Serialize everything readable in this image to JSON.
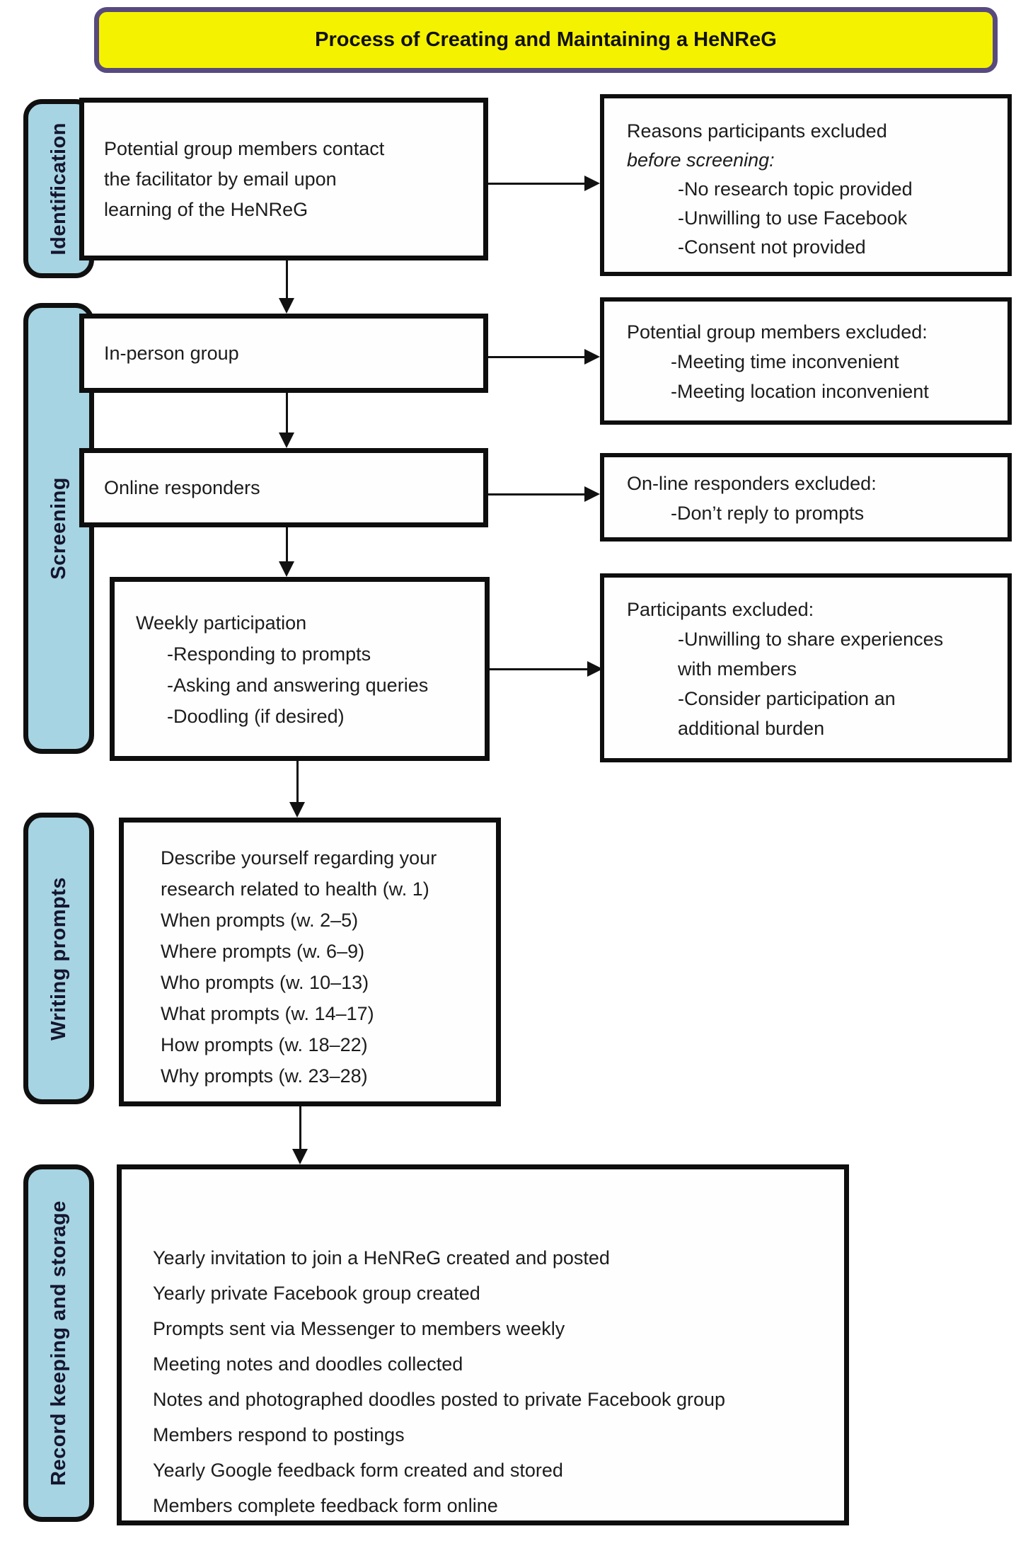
{
  "title": "Process of Creating and Maintaining a HeNReG",
  "stages": {
    "identification": "Identification",
    "screening": "Screening",
    "writing_prompts": "Writing prompts",
    "record_keeping": "Record keeping and storage"
  },
  "flow": {
    "contact": {
      "lines": [
        "Potential group members contact",
        "the facilitator by email upon",
        "learning of the HeNReG"
      ]
    },
    "in_person": "In-person group",
    "online_responders": "Online responders",
    "weekly": {
      "heading": "Weekly participation",
      "bullets": [
        "-Responding to prompts",
        "-Asking and answering queries",
        "-Doodling (if desired)"
      ]
    },
    "writing_prompts": {
      "lines": [
        "Describe yourself regarding your",
        "research related to health (w. 1)",
        "When prompts (w. 2–5)",
        "Where prompts (w. 6–9)",
        "Who prompts (w. 10–13)",
        "What prompts (w. 14–17)",
        "How prompts (w. 18–22)",
        "Why prompts (w. 23–28)"
      ]
    },
    "record_keeping": {
      "lines": [
        "Yearly invitation to join a HeNReG created and posted",
        "Yearly private Facebook group created",
        "Prompts sent via Messenger to members weekly",
        "Meeting notes and doodles collected",
        "Notes and photographed doodles posted to private Facebook group",
        "Members respond to postings",
        "Yearly Google feedback form created and stored",
        "Members complete feedback form online"
      ]
    }
  },
  "exclusions": {
    "before_screening": {
      "heading": "Reasons participants excluded",
      "subheading_italic": "before screening:",
      "bullets": [
        "-No research topic provided",
        "-Unwilling to use Facebook",
        "-Consent not provided"
      ]
    },
    "in_person": {
      "heading": "Potential group members excluded:",
      "bullets": [
        "-Meeting time inconvenient",
        "-Meeting location inconvenient"
      ]
    },
    "online": {
      "heading": "On-line responders excluded:",
      "bullets": [
        "-Don’t reply to prompts"
      ]
    },
    "weekly": {
      "heading": "Participants excluded:",
      "bullets": [
        "-Unwilling to share experiences\nwith members",
        "-Consider participation an\nadditional burden"
      ]
    }
  },
  "colors": {
    "banner_fill": "#f5f200",
    "banner_border": "#584a7f",
    "stage_fill": "#a6d4e2",
    "box_border": "#0e0e0e",
    "arrow": "#111111"
  }
}
